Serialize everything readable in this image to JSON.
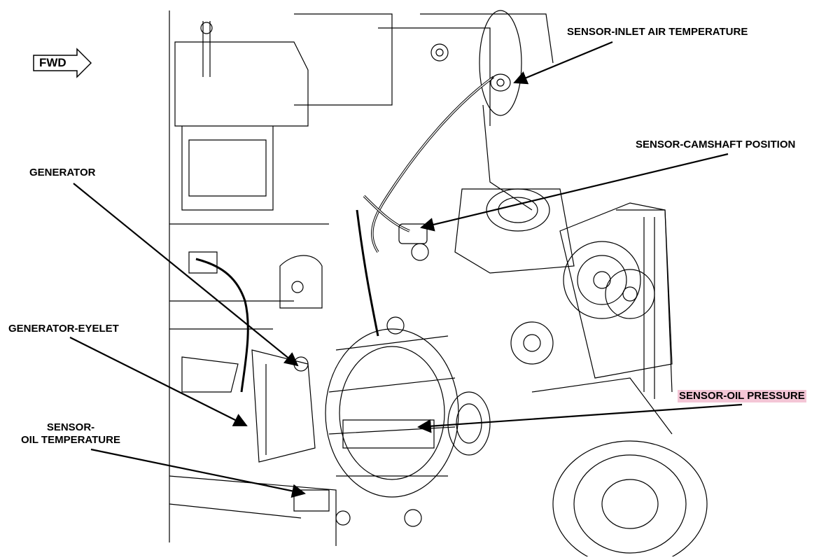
{
  "direction_marker": {
    "text": "FWD"
  },
  "callouts": {
    "inlet_air_temp": "SENSOR-INLET AIR TEMPERATURE",
    "camshaft_position": "SENSOR-CAMSHAFT POSITION",
    "generator": "GENERATOR",
    "generator_eyelet": "GENERATOR-EYELET",
    "oil_pressure": "SENSOR-OIL PRESSURE",
    "oil_temperature_line1": "SENSOR-",
    "oil_temperature_line2": "OIL TEMPERATURE"
  },
  "colors": {
    "line": "#000000",
    "highlight": "#f4c6d6",
    "background": "#ffffff"
  }
}
